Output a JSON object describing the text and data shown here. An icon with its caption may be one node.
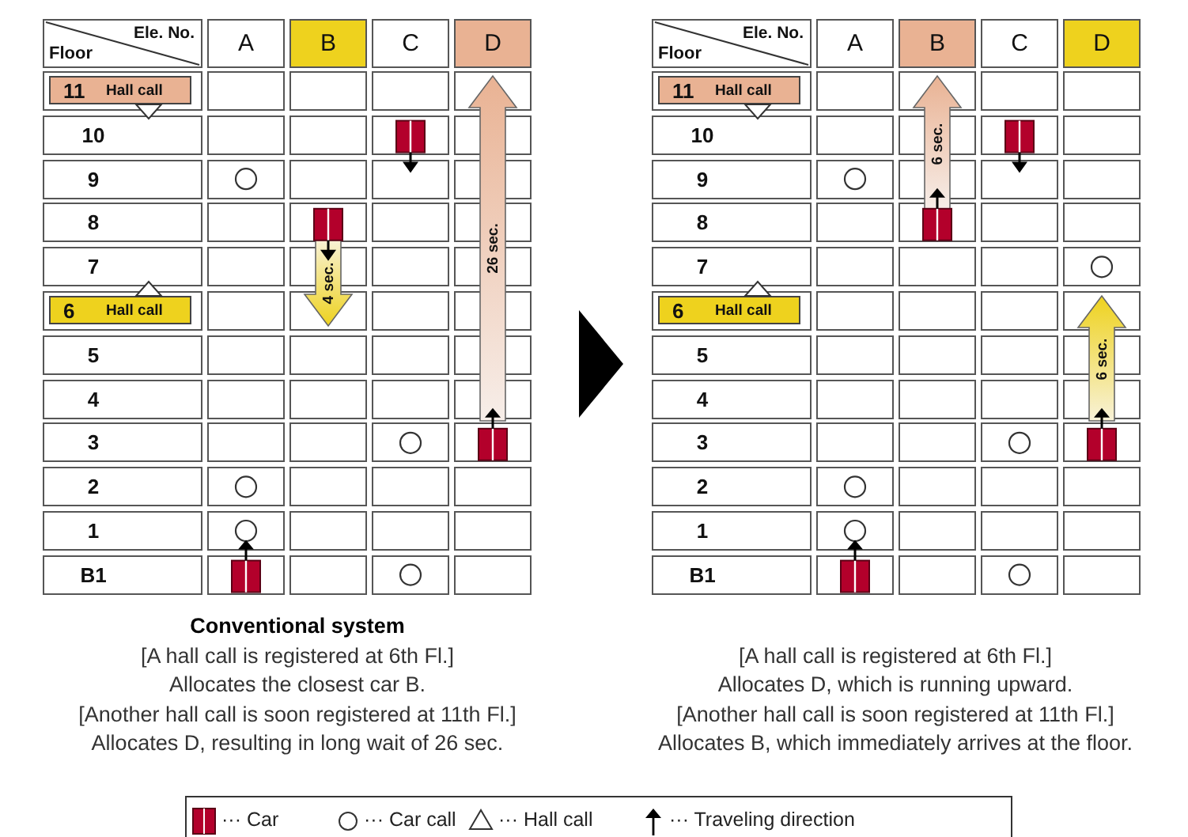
{
  "diagram": {
    "labels": [
      "Ele. No.",
      "Floor",
      "A",
      "B",
      "C",
      "D",
      "11",
      "Hall call",
      "10",
      "9",
      "8",
      "7",
      "6",
      "Hall call",
      "5",
      "4",
      "3",
      "2",
      "1",
      "B1",
      "4 sec.",
      "26 sec.",
      "Ele. No.",
      "Floor",
      "A",
      "B",
      "C",
      "D",
      "11",
      "Hall call",
      "10",
      "9",
      "8",
      "7",
      "6",
      "Hall call",
      "5",
      "4",
      "3",
      "2",
      "1",
      "B1",
      "6 sec.",
      "6 sec.",
      "Conventional system",
      "[A hall call is registered at 6th Fl.]",
      "Allocates the closest car B.",
      "[Another hall call is soon registered at 11th Fl.]",
      "Allocates D, resulting in long wait of 26 sec.",
      "[A hall call is registered at 6th Fl.]",
      "Allocates D, which is running upward.",
      "[Another hall call is soon registered at 11th Fl.]",
      "Allocates B, which immediately arrives at the floor."
    ],
    "legend": [
      {
        "text": "··· Car"
      },
      {
        "text": "··· Car call"
      },
      {
        "text": "··· Hall call"
      },
      {
        "text": "··· Traveling direction"
      }
    ]
  }
}
